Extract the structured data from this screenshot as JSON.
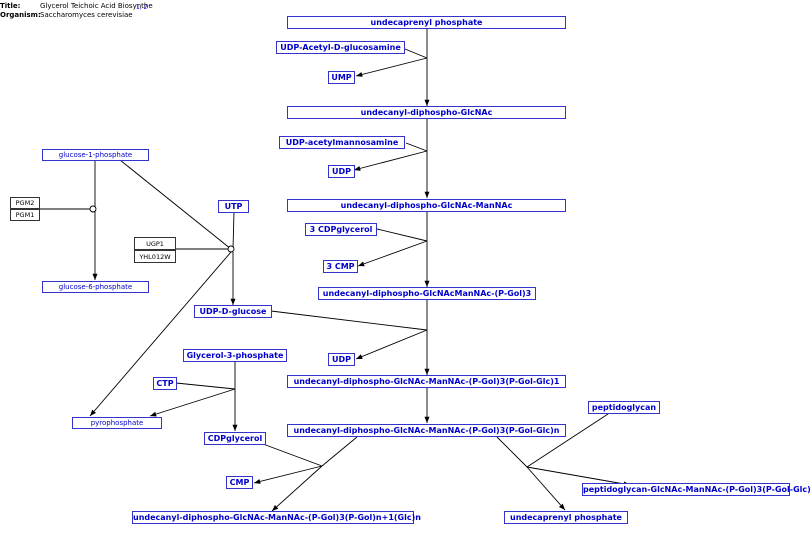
{
  "header": {
    "title_label": "Title:",
    "title_value": "Glycerol Teichoic Acid Biosynthe",
    "title_refs": "1, 2",
    "organism_label": "Organism:",
    "organism_value": "Saccharomyces cerevisiae"
  },
  "nodes": {
    "undecaprenyl_phosphate_top": "undecaprenyl phosphate",
    "udp_acetyl_d_glucosamine": "UDP-Acetyl-D-glucosamine",
    "ump": "UMP",
    "undecanyl_diphospho_glcnac": "undecanyl-diphospho-GlcNAc",
    "udp_acetylmannosamine": "UDP-acetylmannosamine",
    "udp_1": "UDP",
    "undecanyl_diphospho_glcnac_mannac": "undecanyl-diphospho-GlcNAc-ManNAc",
    "three_cdpglycerol": "3 CDPglycerol",
    "three_cmp": "3 CMP",
    "undecanyl_pgol3": "undecanyl-diphospho-GlcNAcManNAc-(P-Gol)3",
    "udp_d_glucose": "UDP-D-glucose",
    "udp_2": "UDP",
    "undecanyl_pgol3_glc1": "undecanyl-diphospho-GlcNAc-ManNAc-(P-Gol)3(P-Gol-Glc)1",
    "undecanyl_pgol3_glcn": "undecanyl-diphospho-GlcNAc-ManNAc-(P-Gol)3(P-Gol-Glc)n",
    "peptidoglycan": "peptidoglycan",
    "peptidoglycan_product": "peptidoglycan-GlcNAc-ManNAc-(P-Gol)3(P-Gol-Glc)",
    "undecaprenyl_phosphate_bottom": "undecaprenyl phosphate",
    "undecanyl_pgoln1": "undecanyl-diphospho-GlcNAc-ManNAc-(P-Gol)3(P-Gol)n+1(Glc)n",
    "glucose_1_phosphate": "glucose-1-phosphate",
    "glucose_6_phosphate": "glucose-6-phosphate",
    "utp": "UTP",
    "glycerol_3_phosphate": "Glycerol-3-phosphate",
    "ctp": "CTP",
    "pyrophosphate": "pyrophosphate",
    "cdpglycerol": "CDPglycerol",
    "cmp": "CMP"
  },
  "genes": {
    "pgm2": "PGM2",
    "pgm1": "PGM1",
    "ugp1": "UGP1",
    "yhl012w": "YHL012W"
  },
  "colors": {
    "node_text": "#0000cc",
    "node_border": "#3333cc",
    "edge": "#000000",
    "gene_border": "#333333"
  }
}
